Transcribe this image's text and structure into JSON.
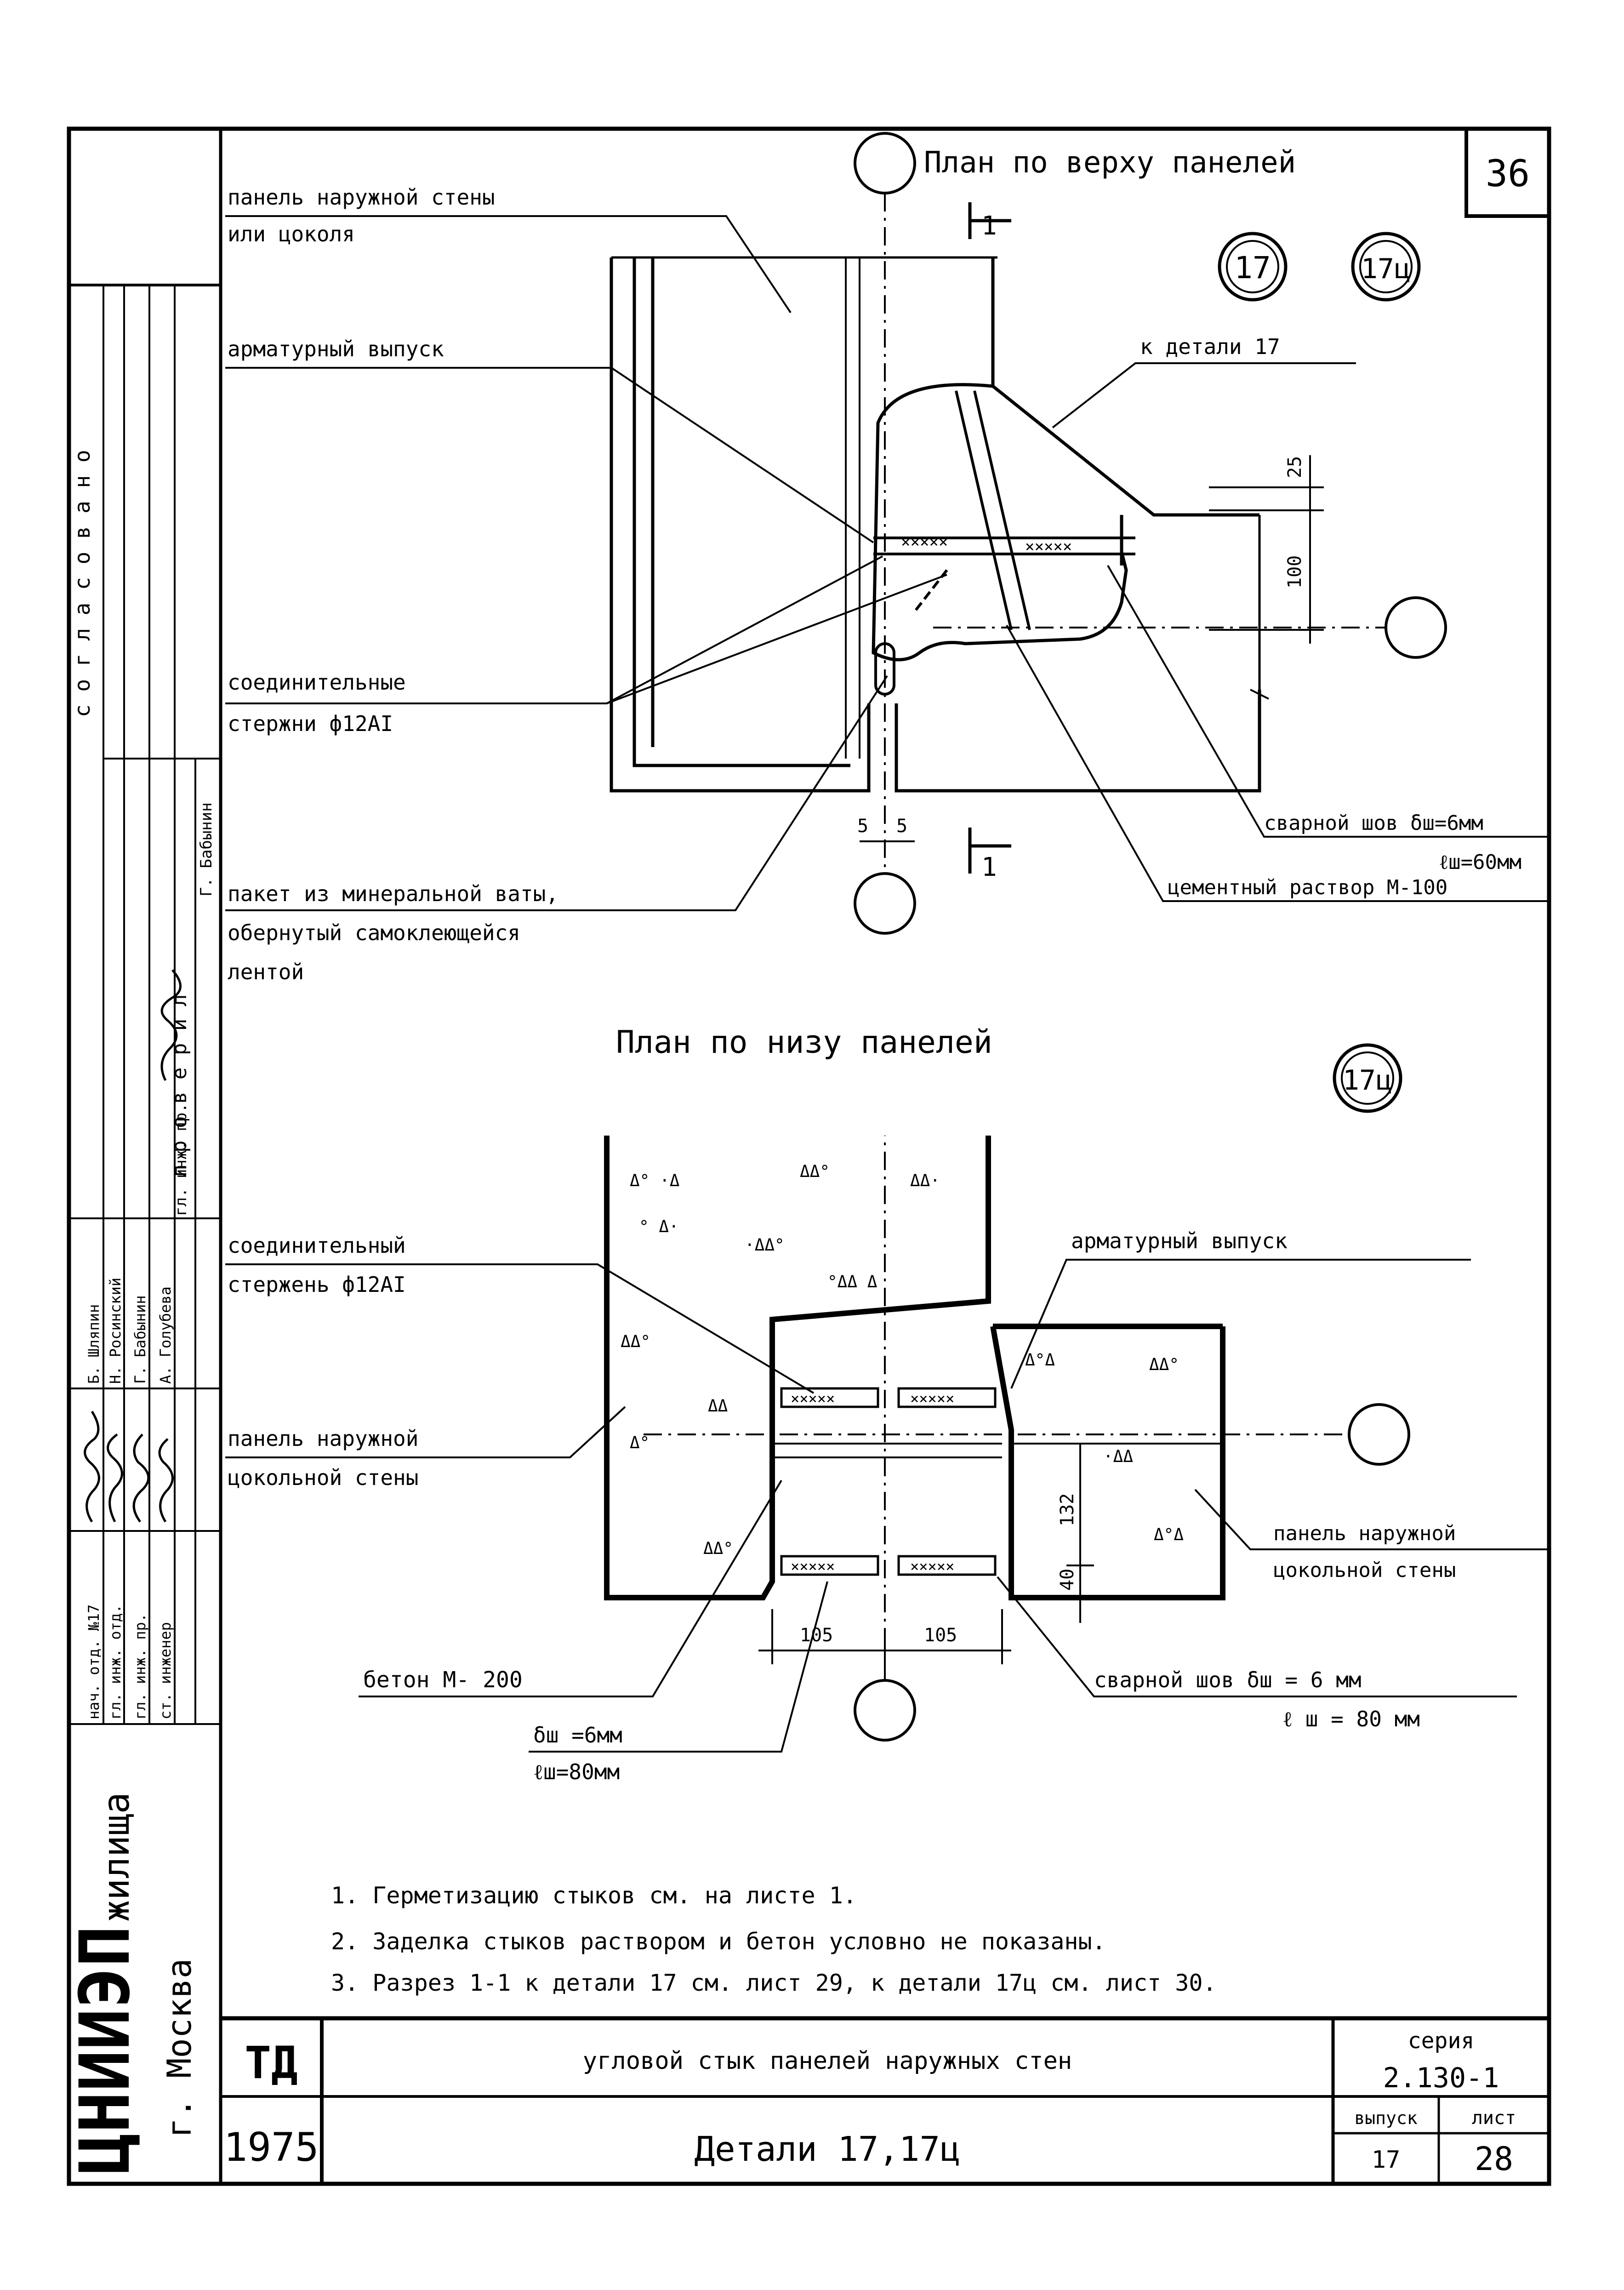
{
  "sheet_number": "36",
  "org": {
    "name": "ЦНИИЭП",
    "suffix": "жилища",
    "city": "г. Москва"
  },
  "agreed_label": "с о г л а с о в а н о",
  "checked_label": "п р о в е р и л",
  "signoff": {
    "top": [
      {
        "role": "гл. инж. пр.",
        "name": "Г. Бабынин"
      }
    ],
    "bottom": [
      {
        "role": "нач. отд. №17",
        "name": "Б. Шляпин"
      },
      {
        "role": "гл. инж. отд.",
        "name": "Н. Росинский"
      },
      {
        "role": "гл. инж. пр.",
        "name": "Г. Бабынин"
      },
      {
        "role": "ст. инженер",
        "name": "А. Голубева"
      }
    ]
  },
  "top_plan": {
    "title": "План по верху панелей",
    "details": [
      "17",
      "17ц"
    ],
    "section_mark": "1",
    "labels": {
      "panel": [
        "панель наружной стены",
        "или цоколя"
      ],
      "rebar": "арматурный выпуск",
      "to_detail": "к детали 17",
      "rods": [
        "соединительные",
        "стержни ф12АI"
      ],
      "wool": [
        "пакет из минеральной ваты,",
        "обернутый самоклеющейся",
        "лентой"
      ],
      "weld": [
        "сварной шов δш=6мм",
        "ℓш=60мм"
      ],
      "mortar": "цементный раствор М-100"
    },
    "dims": {
      "top": "25",
      "side": "100",
      "gap_a": "5",
      "gap_b": "5"
    }
  },
  "bottom_plan": {
    "title": "План по низу панелей",
    "detail": "17ц",
    "labels": {
      "rod": [
        "соединительный",
        "стержень ф12АI"
      ],
      "rebar": "арматурный выпуск",
      "panel_left": [
        "панель наружной",
        "цокольной стены"
      ],
      "panel_right": [
        "панель наружной",
        "цокольной стены"
      ],
      "concrete": "бетон М- 200",
      "weld_left": [
        "δш =6мм",
        "ℓш=80мм"
      ],
      "weld_right": [
        "сварной шов δш = 6 мм",
        "ℓ ш = 80 мм"
      ]
    },
    "dims": {
      "v1": "132",
      "v2": "40",
      "h1": "105",
      "h2": "105"
    }
  },
  "notes": [
    "1. Герметизацию стыков см. на листе 1.",
    "2. Заделка стыков раствором и бетон условно не показаны.",
    "3. Разрез 1-1 к детали 17 см. лист 29, к детали 17ц см. лист 30."
  ],
  "title_block": {
    "td": "ТД",
    "year": "1975",
    "description": "угловой стык панелей наружных стен",
    "name": "Детали 17,17ц",
    "series_label": "серия",
    "series": "2.130-1",
    "issue_label": "выпуск",
    "issue": "17",
    "sheet_label": "лист",
    "sheet": "28"
  }
}
